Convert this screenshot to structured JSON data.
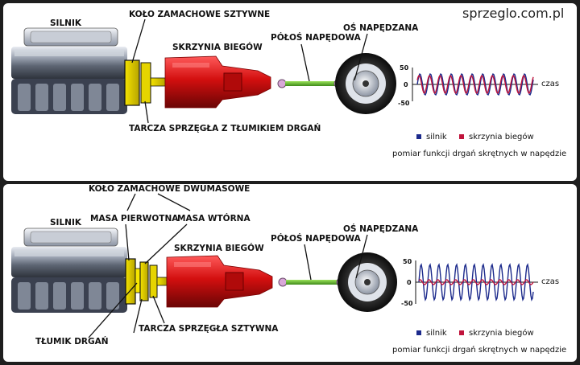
{
  "site": "sprzeglo.com.pl",
  "panels": [
    {
      "engine_label": "SILNIK",
      "flywheel_label": "KOŁO ZAMACHOWE SZTYWNE",
      "gearbox_label": "SKRZYNIA BIEGÓW",
      "halfshaft_label": "PÓŁOŚ NAPĘDOWA",
      "axle_label": "OŚ NAPĘDZANA",
      "clutch_label": "TARCZA SPRZĘGŁA Z TŁUMIKIEM DRGAŃ",
      "graph_time": "czas",
      "graph_ticks": [
        "50",
        "0",
        "-50"
      ],
      "legend_engine": "silnik",
      "legend_gearbox": "skrzynia biegów",
      "caption": "pomiar funkcji drgań skrętnych w napędzie",
      "colors": {
        "engine": "#1c2a8c",
        "gearbox": "#c0143c"
      }
    },
    {
      "engine_label": "SILNIK",
      "flywheel_label": "KOŁO ZAMACHOWE DWUMASOWE",
      "primary_label": "MASA PIERWOTNA",
      "secondary_label": "MASA WTÓRNA",
      "gearbox_label": "SKRZYNIA BIEGÓW",
      "halfshaft_label": "PÓŁOŚ NAPĘDOWA",
      "axle_label": "OŚ NAPĘDZANA",
      "damper_label": "TŁUMIK DRGAŃ",
      "clutch_label": "TARCZA SPRZĘGŁA SZTYWNA",
      "graph_time": "czas",
      "graph_ticks": [
        "50",
        "0",
        "-50"
      ],
      "legend_engine": "silnik",
      "legend_gearbox": "skrzynia biegów",
      "caption": "pomiar funkcji drgań skrętnych w napędzie",
      "colors": {
        "engine": "#1c2a8c",
        "gearbox": "#c0143c"
      }
    }
  ]
}
